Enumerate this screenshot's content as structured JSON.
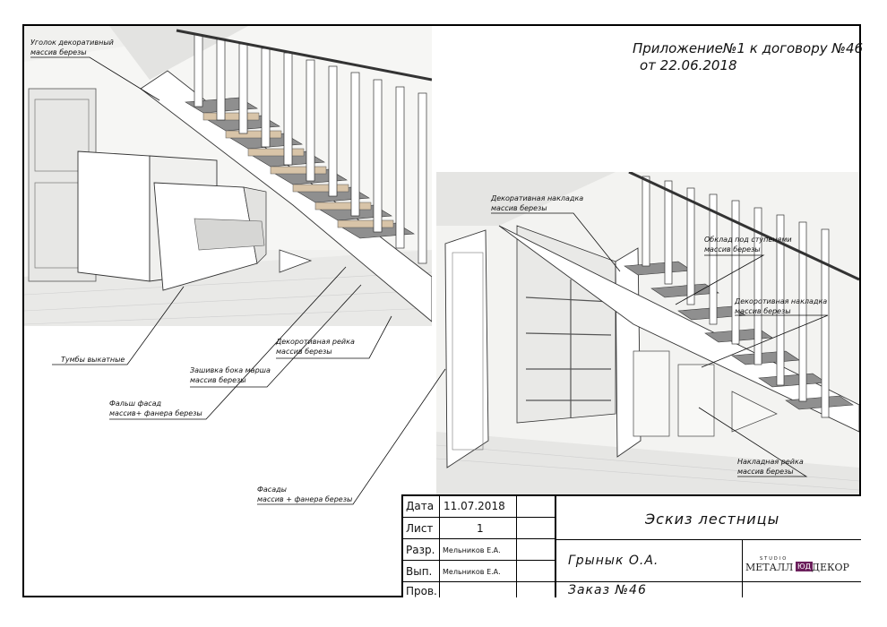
{
  "appendix": {
    "line1": "Приложение№1 к договору №46",
    "line2": "от 22.06.2018"
  },
  "callouts": {
    "corner": [
      "Уголок декоративный",
      "массив березы"
    ],
    "drawers": "Тумбы выкатные",
    "false_facade": [
      "Фальш фасад",
      "массив+ фанера березы"
    ],
    "side_cladding": [
      "Зашивка бока марша",
      "массив березы"
    ],
    "deco_rail_left": [
      "Декоротивная рейка",
      "массив березы"
    ],
    "facades": [
      "Фасады",
      "массив + фанера березы"
    ],
    "deco_overlay_top": [
      "Декоративная накладка",
      "массив березы"
    ],
    "step_trim": [
      "Обклад под ступенями",
      "массив березы"
    ],
    "deco_overlay_right": [
      "Декоротивная накладка",
      "массив березы"
    ],
    "overlay_rail": [
      "Накладная рейка",
      "массив березы"
    ]
  },
  "title_block": {
    "date_label": "Дата",
    "date_value": "11.07.2018",
    "sheet_label": "Лист",
    "sheet_value": "1",
    "dev_label": "Разр.",
    "dev_value": "Мельников Е.А.",
    "exec_label": "Вып.",
    "exec_value": "Мельников Е.А.",
    "check_label": "Пров.",
    "title": "Эскиз лестницы",
    "client": "Грынык О.А.",
    "order": "Заказ №46",
    "logo_top": "STUDIO",
    "logo_left": "МЕТАЛЛ",
    "logo_mid": "ЮД",
    "logo_right": "ДЕКОР",
    "logo_color": "#6b1f5c"
  }
}
